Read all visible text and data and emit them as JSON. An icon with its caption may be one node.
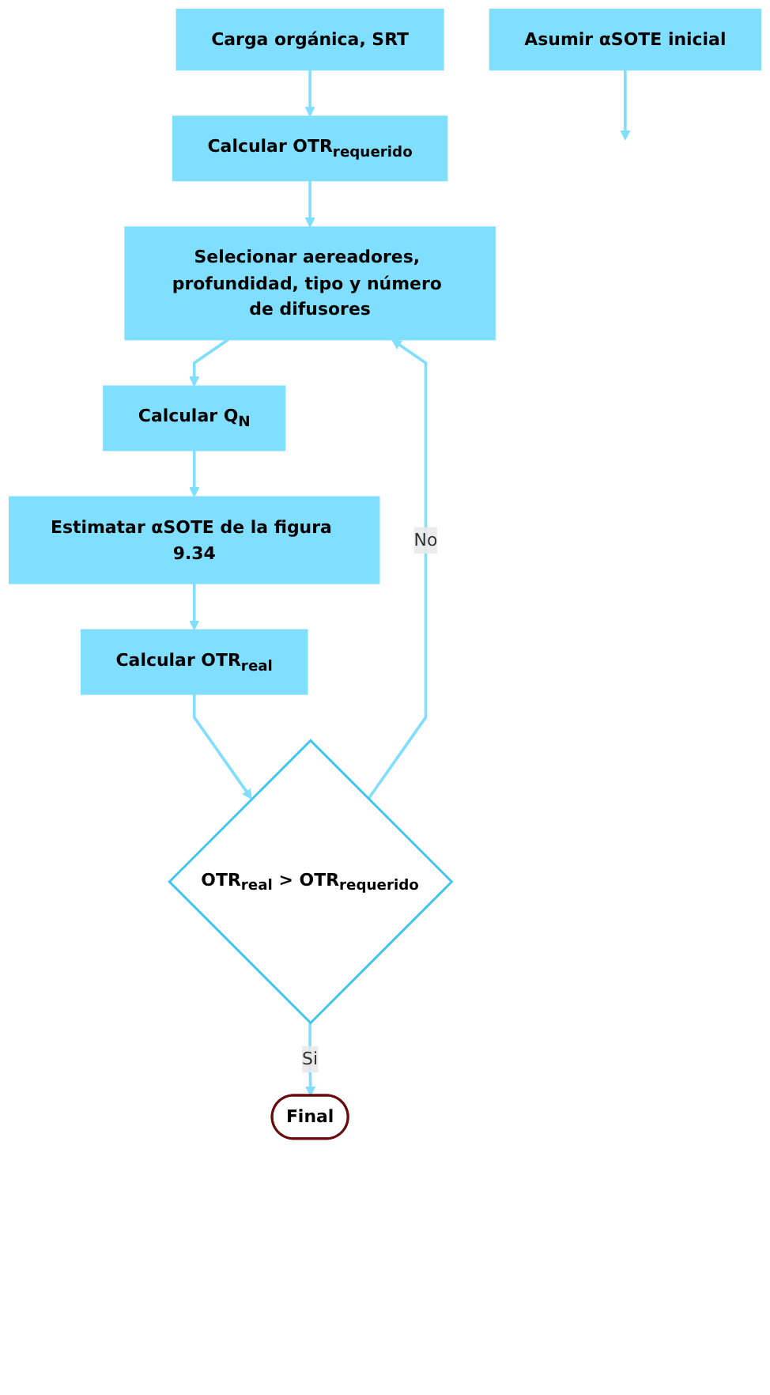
{
  "diagram": {
    "nodes": [
      {
        "text": [
          "Carga orgánica, SRT"
        ]
      },
      {
        "text": [
          "Calcular OTR$_{requerido}$"
        ]
      },
      {
        "text": [
          "Asumir αSOTE inicial"
        ]
      },
      {
        "text": [
          "Selecionar aereadores, profundidad, tipo y número de difusores"
        ]
      },
      {
        "text": [
          "Calcular Q$_{N}$"
        ]
      },
      {
        "text": [
          "Estimatar αSOTE de la figura 9.34"
        ]
      },
      {
        "text": [
          "Calcular OTR$_{real}$"
        ]
      },
      {
        "text": [
          "OTR$_{real}$ > OTR$_{requerido}$"
        ]
      },
      {
        "text": [
          "Final"
        ]
      }
    ],
    "edges": [
      {
        "from": 0,
        "to": 1,
        "arrow": "to"
      },
      {
        "from": 1,
        "to": 3,
        "arrow": "to"
      },
      {
        "from": 2,
        "to": null,
        "arrow": "to"
      },
      {
        "from": 3,
        "to": 4,
        "arrow": "to"
      },
      {
        "from": 4,
        "to": 5,
        "arrow": "to"
      },
      {
        "from": 5,
        "to": 6,
        "arrow": "to"
      },
      {
        "from": 6,
        "to": 7,
        "arrow": "to"
      },
      {
        "from": 7,
        "to": 3,
        "arrow": "to",
        "label": "No"
      },
      {
        "from": 7,
        "to": 8,
        "arrow": "to",
        "label": "Si"
      }
    ]
  }
}
